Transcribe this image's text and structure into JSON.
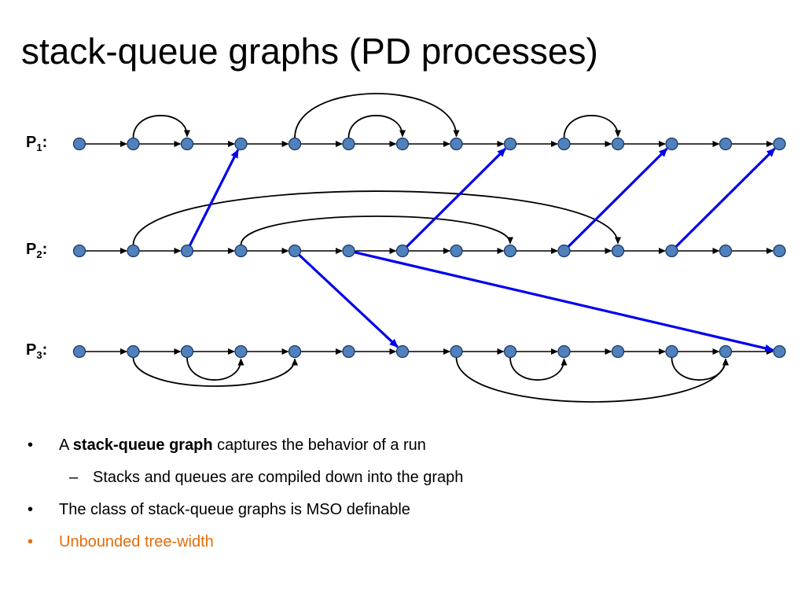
{
  "title": "stack-queue graphs (PD processes)",
  "colors": {
    "node_fill": "#4f81bd",
    "node_stroke": "#1f3864",
    "edge_black": "#000000",
    "edge_blue": "#0000ee",
    "accent_orange": "#e46c0a"
  },
  "diagram": {
    "processes": [
      {
        "id": "P1",
        "label_main": "P",
        "label_sub": "1",
        "label_suffix": ":",
        "nodes": 14
      },
      {
        "id": "P2",
        "label_main": "P",
        "label_sub": "2",
        "label_suffix": ":",
        "nodes": 14
      },
      {
        "id": "P3",
        "label_main": "P",
        "label_sub": "3",
        "label_suffix": ":",
        "nodes": 14
      }
    ],
    "stack_edges": [
      {
        "process": 0,
        "from": 1,
        "to": 2,
        "side": "above",
        "height": "low"
      },
      {
        "process": 0,
        "from": 5,
        "to": 6,
        "side": "above",
        "height": "low"
      },
      {
        "process": 0,
        "from": 4,
        "to": 7,
        "side": "above",
        "height": "high"
      },
      {
        "process": 0,
        "from": 9,
        "to": 10,
        "side": "above",
        "height": "low"
      },
      {
        "process": 1,
        "from": 1,
        "to": 10,
        "side": "above",
        "height": "wide"
      },
      {
        "process": 1,
        "from": 3,
        "to": 8,
        "side": "above",
        "height": "mid"
      },
      {
        "process": 2,
        "from": 2,
        "to": 3,
        "side": "below",
        "height": "low"
      },
      {
        "process": 2,
        "from": 1,
        "to": 4,
        "side": "below",
        "height": "mid"
      },
      {
        "process": 2,
        "from": 8,
        "to": 9,
        "side": "below",
        "height": "low"
      },
      {
        "process": 2,
        "from": 11,
        "to": 12,
        "side": "below",
        "height": "low"
      },
      {
        "process": 2,
        "from": 7,
        "to": 12,
        "side": "below",
        "height": "high"
      }
    ],
    "queue_edges": [
      {
        "from_process": 1,
        "from": 2,
        "to_process": 0,
        "to": 3
      },
      {
        "from_process": 1,
        "from": 6,
        "to_process": 0,
        "to": 8
      },
      {
        "from_process": 1,
        "from": 9,
        "to_process": 0,
        "to": 11
      },
      {
        "from_process": 1,
        "from": 11,
        "to_process": 0,
        "to": 13
      },
      {
        "from_process": 1,
        "from": 4,
        "to_process": 2,
        "to": 6
      },
      {
        "from_process": 1,
        "from": 5,
        "to_process": 2,
        "to": 13
      }
    ]
  },
  "bullets": [
    {
      "level": 1,
      "marker": "•",
      "prefix": "A ",
      "bold": "stack-queue graph",
      "suffix": " captures the behavior of a run",
      "accent": false
    },
    {
      "level": 2,
      "marker": "–",
      "prefix": "Stacks and queues are compiled down into the graph",
      "bold": "",
      "suffix": "",
      "accent": false
    },
    {
      "level": 1,
      "marker": "•",
      "prefix": "The class of stack-queue graphs is MSO definable",
      "bold": "",
      "suffix": "",
      "accent": false
    },
    {
      "level": 1,
      "marker": "•",
      "prefix": "Unbounded tree-width",
      "bold": "",
      "suffix": "",
      "accent": true
    }
  ]
}
